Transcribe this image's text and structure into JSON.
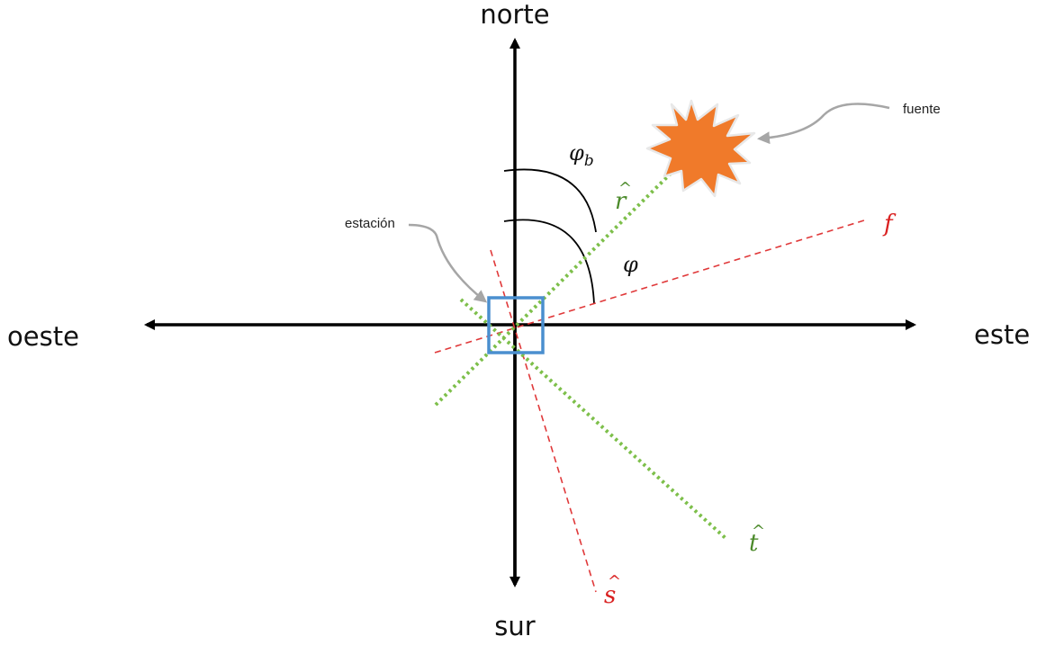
{
  "axes": {
    "north": "norte",
    "south": "sur",
    "east": "este",
    "west": "oeste"
  },
  "callouts": {
    "source": "fuente",
    "station": "estación"
  },
  "angles": {
    "phi_b_base": "φ",
    "phi_b_sub": "b",
    "phi": "φ"
  },
  "lines": {
    "r_hat": "r",
    "t_hat": "t",
    "s_hat": "s",
    "f": "f"
  },
  "colors": {
    "axis": "#000000",
    "green_dotted": "#7dbf4a",
    "green_label": "#4b8a2a",
    "red_dashed": "#e0393a",
    "red_label": "#d92020",
    "station_box": "#4a8fcf",
    "source_fill": "#f07a2a",
    "callout_arrow": "#a6a6a6"
  },
  "icons": {
    "source": "starburst-icon",
    "station": "square-icon"
  }
}
